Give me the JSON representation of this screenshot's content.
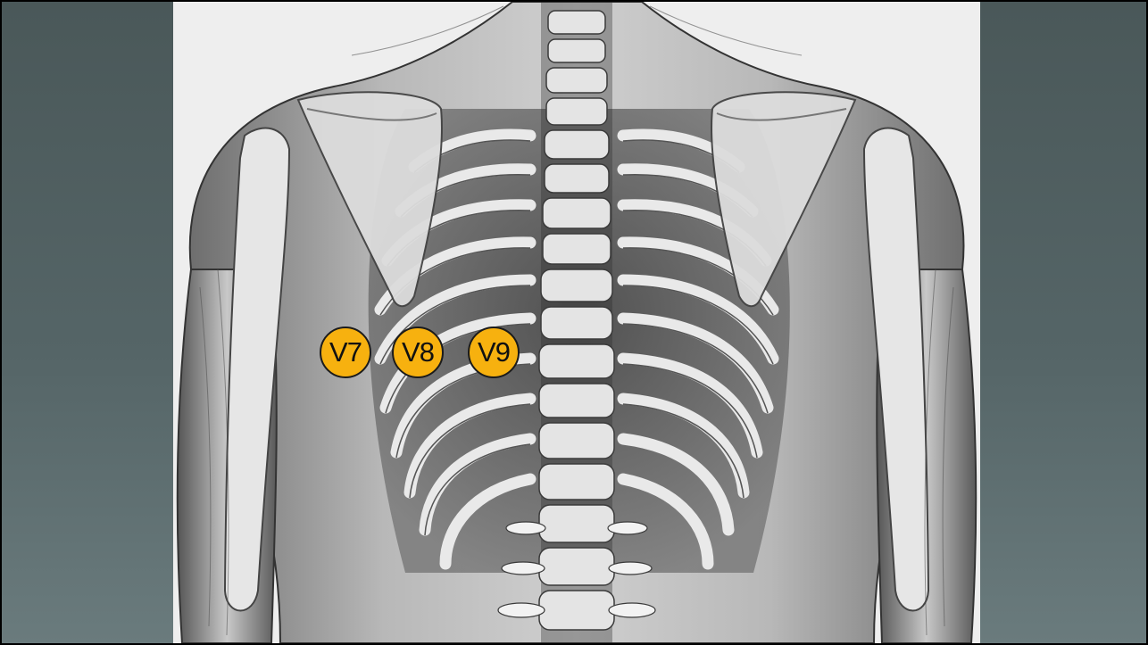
{
  "image": {
    "subject": "posterior-torso-anatomy-illustration",
    "colors": {
      "slide_background": "#4a5859",
      "marker_fill": "#f7b10f",
      "marker_border": "#1b1b1b"
    }
  },
  "leads": [
    {
      "label": "V7"
    },
    {
      "label": "V8"
    },
    {
      "label": "V9"
    }
  ]
}
